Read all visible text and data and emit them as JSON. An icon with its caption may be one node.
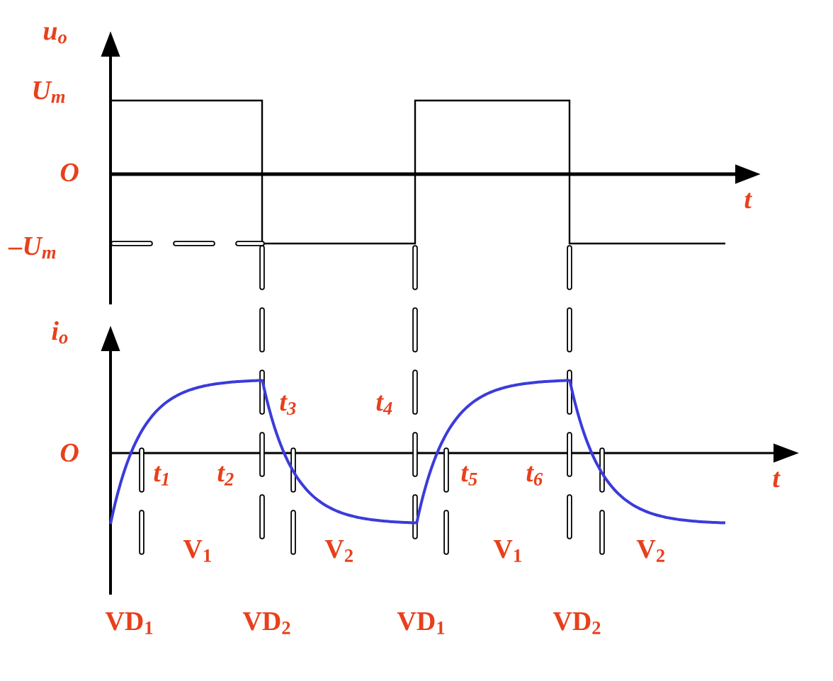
{
  "diagram": {
    "labels": [
      "u$_{o}$",
      "U$_{m}$",
      "O",
      "t",
      "–U$_{m}$",
      "i$_{o}$",
      "t$_{3}$",
      "t$_{4}$",
      "O",
      "t$_{1}$",
      "t$_{2}$",
      "t$_{5}$",
      "t$_{6}$",
      "t",
      "V$_{1}$",
      "V$_{2}$",
      "V$_{1}$",
      "V$_{2}$",
      "VD$_{1}$",
      "VD$_{2}$",
      "VD$_{1}$",
      "VD$_{2}$"
    ]
  }
}
